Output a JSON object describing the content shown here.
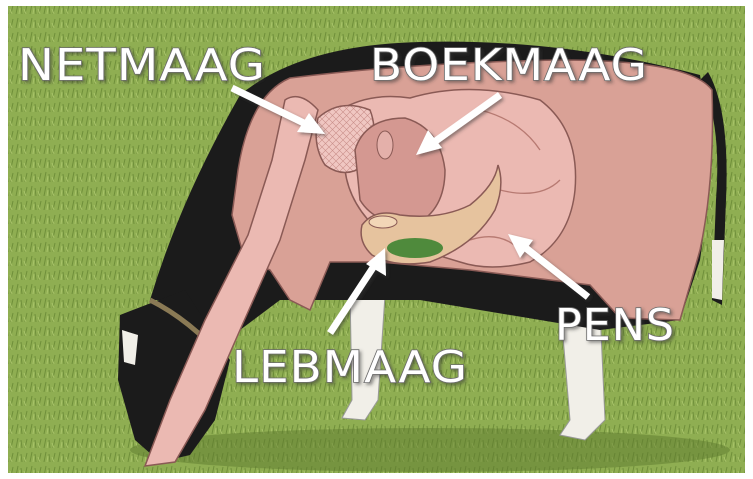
{
  "labels": {
    "netmaag": "NETMAAG",
    "boekmaag": "BOEKMAAG",
    "pens": "PENS",
    "lebmaag": "LEBMAAG"
  },
  "colors": {
    "grass": "#8fae52",
    "grass_dark": "#6f8f3a",
    "cow_black": "#1b1b1b",
    "cow_white": "#f1efe8",
    "body_pink": "#d9a196",
    "organ_pink": "#ebb9b2",
    "netmaag_pink": "#f0c7c2",
    "boekmaag_pink": "#d49891",
    "lebmaag_tan": "#e6c39e",
    "lebmaag_green": "#4f8a3c",
    "outline": "#8a5a55",
    "arrow": "#ffffff",
    "label_text": "#ffffff"
  }
}
